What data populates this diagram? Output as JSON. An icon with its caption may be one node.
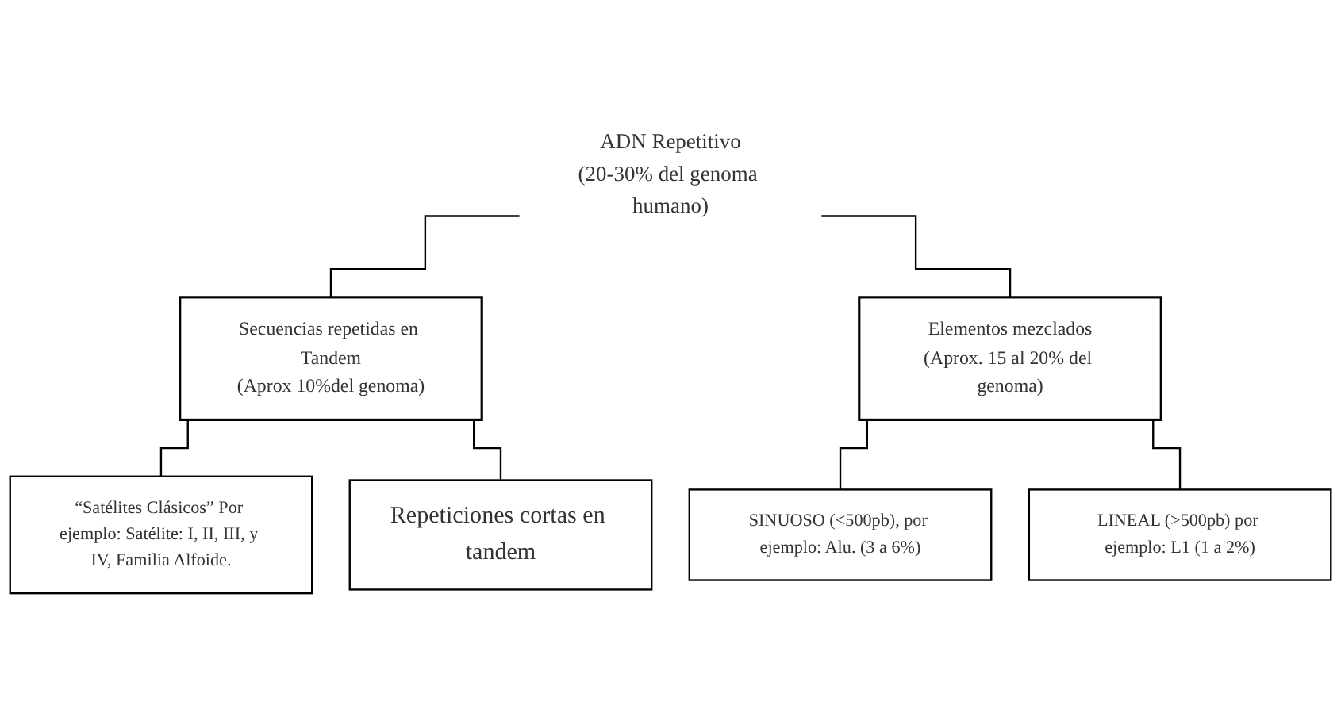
{
  "diagram": {
    "nodes": [
      {
        "text": [
          "ADN Repetitivo",
          "(20-30% del genoma humano)"
        ]
      },
      {
        "text": [
          "Secuencias repetidas en Tandem",
          "(Aprox 10%del genoma)"
        ]
      },
      {
        "text": [
          "Elementos mezclados",
          "(Aprox. 15 al 20% del genoma)"
        ]
      },
      {
        "text": [
          "“Satélites Clásicos” Por ejemplo: Satélite: I, II, III, y IV, Familia Alfoide."
        ]
      },
      {
        "text": [
          "Repeticiones cortas en tandem"
        ]
      },
      {
        "text": [
          "SINUOSO (<500pb), por ejemplo: Alu. (3 a 6%)"
        ]
      },
      {
        "text": [
          "LINEAL (>500pb) por ejemplo: L1 (1 a 2%)"
        ]
      }
    ],
    "edges": [
      {
        "from": 0,
        "to": 1,
        "arrow": "none"
      },
      {
        "from": 0,
        "to": 2,
        "arrow": "none"
      },
      {
        "from": 1,
        "to": 3,
        "arrow": "none"
      },
      {
        "from": 1,
        "to": 4,
        "arrow": "none"
      },
      {
        "from": 2,
        "to": 5,
        "arrow": "none"
      },
      {
        "from": 2,
        "to": 6,
        "arrow": "none"
      }
    ]
  }
}
